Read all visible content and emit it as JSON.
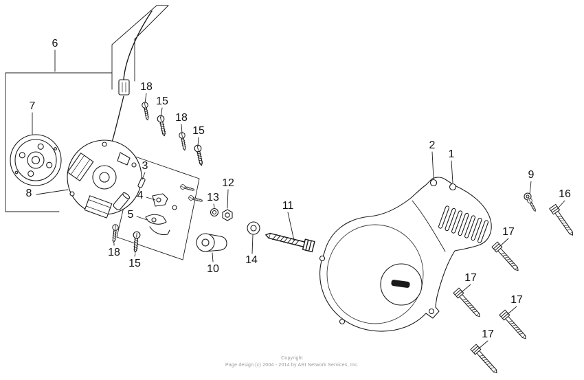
{
  "callouts": [
    {
      "label": "6"
    },
    {
      "label": "7"
    },
    {
      "label": "8"
    },
    {
      "label": "18"
    },
    {
      "label": "15"
    },
    {
      "label": "18"
    },
    {
      "label": "15"
    },
    {
      "label": "3"
    },
    {
      "label": "4"
    },
    {
      "label": "5"
    },
    {
      "label": "12"
    },
    {
      "label": "13"
    },
    {
      "label": "10"
    },
    {
      "label": "14"
    },
    {
      "label": "11"
    },
    {
      "label": "18"
    },
    {
      "label": "15"
    },
    {
      "label": "2"
    },
    {
      "label": "1"
    },
    {
      "label": "9"
    },
    {
      "label": "16"
    },
    {
      "label": "17"
    },
    {
      "label": "17"
    },
    {
      "label": "17"
    },
    {
      "label": "17"
    }
  ],
  "footer": {
    "line1": "Copyright",
    "line2": "Page design (c) 2004 - 2014 by ARI Network Services, Inc."
  }
}
